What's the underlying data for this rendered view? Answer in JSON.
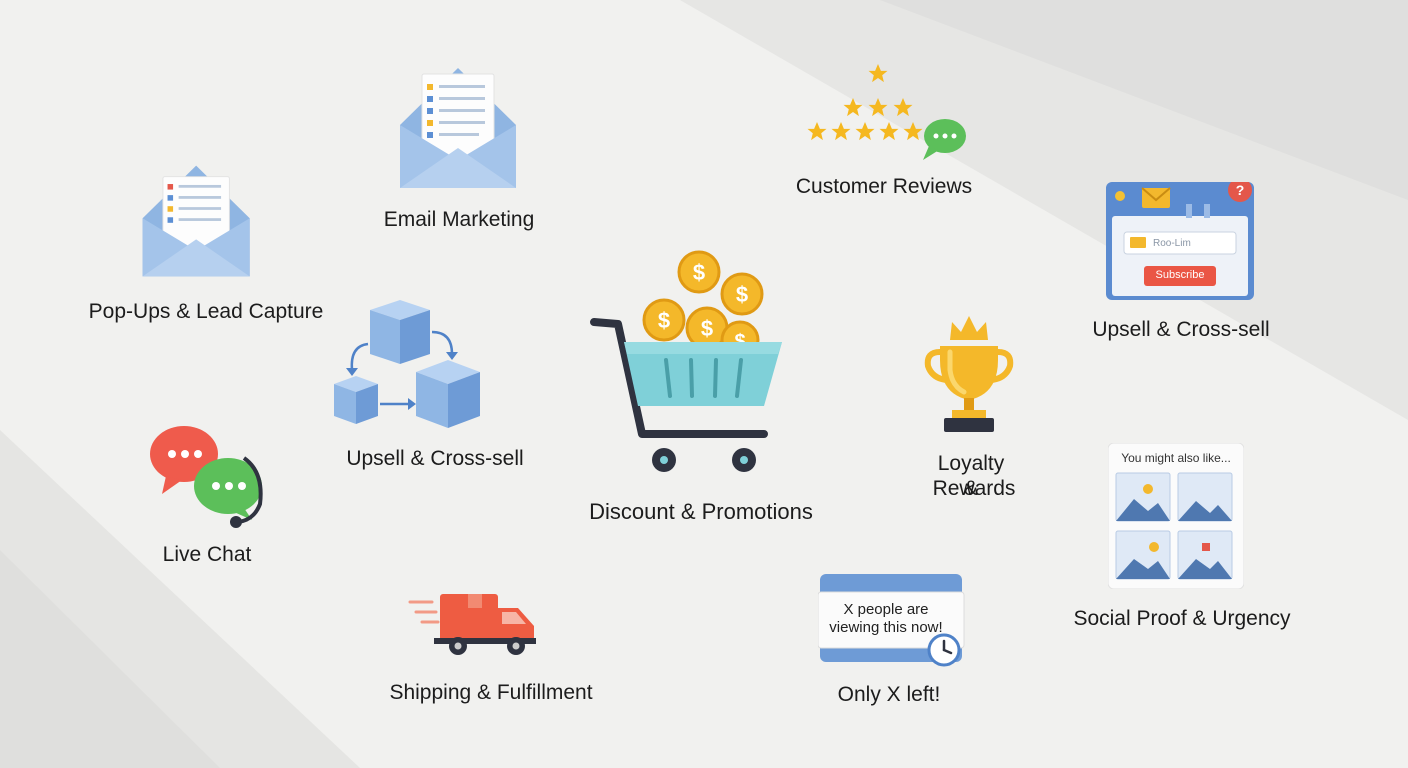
{
  "features": {
    "email_marketing": {
      "label": "Email Marketing",
      "icon": "envelope-letter-icon"
    },
    "popups": {
      "label": "Pop-Ups & Lead Capture",
      "icon": "envelope-letter-icon"
    },
    "customer_reviews": {
      "label": "Customer Reviews",
      "icon": "stars-speech-bubble-icon"
    },
    "upsell_popup": {
      "label": "Upsell & Cross-sell",
      "icon": "popup-window-icon",
      "input_placeholder": "Roo-Lim",
      "button_label": "Subscribe"
    },
    "upsell_boxes": {
      "label": "Upsell & Cross-sell",
      "icon": "boxes-arrows-icon"
    },
    "discounts": {
      "label": "Discount & Promotions",
      "icon": "shopping-cart-coins-icon"
    },
    "loyalty": {
      "label_line1": "Loyalty &",
      "label_line2": "Rewards",
      "icon": "trophy-crown-icon"
    },
    "live_chat": {
      "label": "Live Chat",
      "icon": "chat-bubbles-icon"
    },
    "shipping": {
      "label": "Shipping & Fulfillment",
      "icon": "delivery-truck-icon"
    },
    "social_proof": {
      "label": "Social Proof & Urgency",
      "icon": "product-grid-icon",
      "card_heading": "You might also like..."
    },
    "urgency": {
      "label": "Only X left!",
      "icon": "notification-clock-icon",
      "card_line1": "X people are",
      "card_line2": "viewing this now!"
    }
  },
  "colors": {
    "background": "#f1f1ef",
    "envelope": "#9cc0e6",
    "envelope_dark": "#7fa8d8",
    "box": "#8fb6e4",
    "cart": "#7fd0d8",
    "coin": "#f4b82a",
    "star": "#f5b820",
    "chat_red": "#ef5b4c",
    "chat_green": "#5cbf5a",
    "truck": "#ee5c42",
    "trophy": "#f4b82a",
    "popup_blue": "#5b8bd0",
    "subscribe": "#ea5645"
  }
}
